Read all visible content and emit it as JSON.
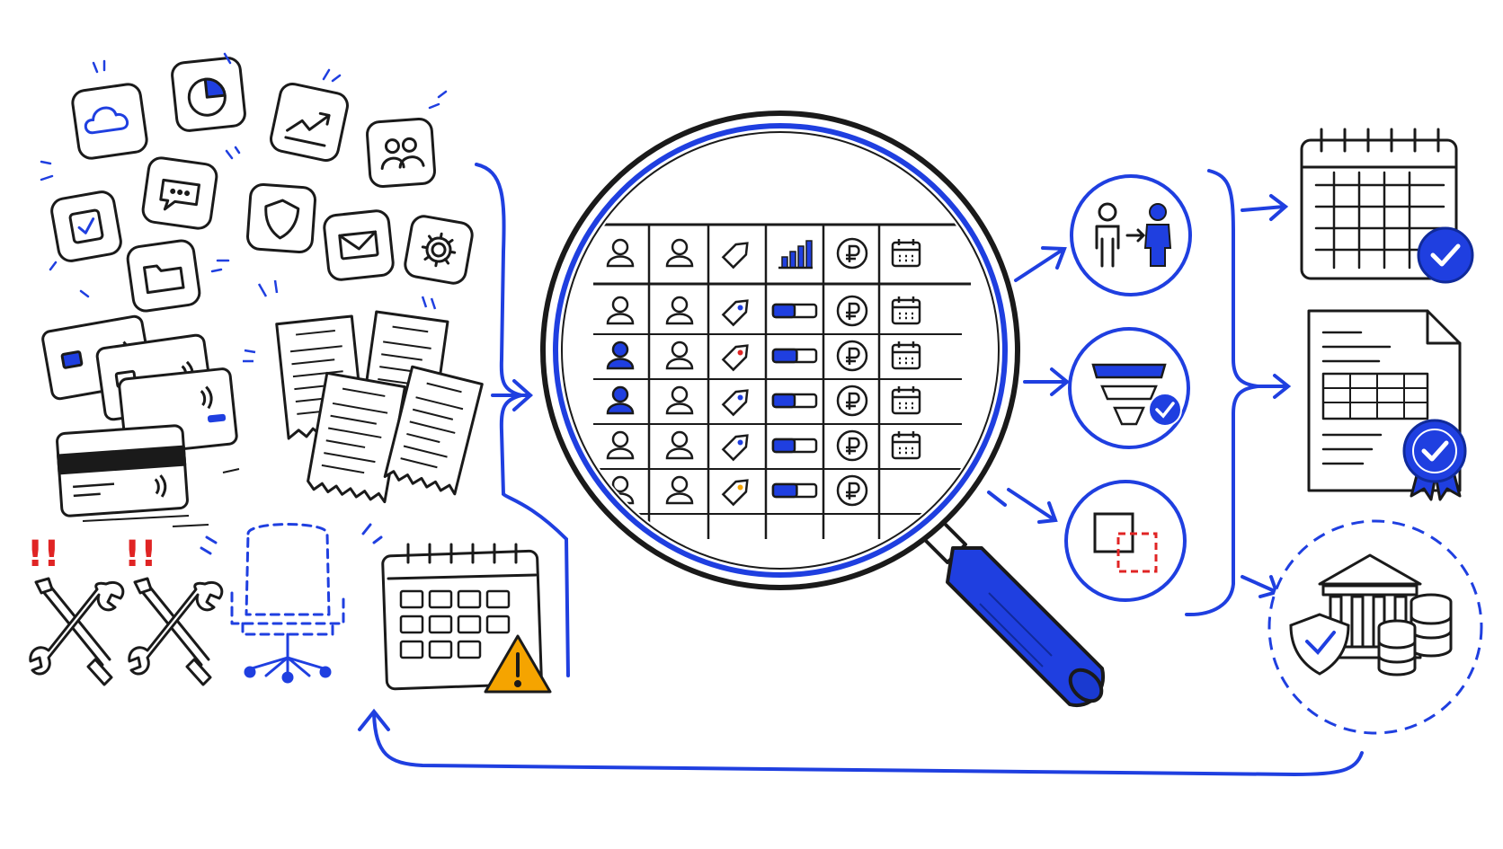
{
  "colors": {
    "ink": "#1a1a1a",
    "accent": "#1f3fe0",
    "alert": "#e02424",
    "warning": "#f5a400",
    "background": "#ffffff"
  },
  "inputs": {
    "saas_icons": [
      "cloud-icon",
      "pie-chart-icon",
      "trend-chart-icon",
      "team-icon",
      "chat-icon",
      "checkbox-icon",
      "shield-icon",
      "mail-icon",
      "gear-icon",
      "folder-icon"
    ],
    "cards": [
      "bank-card-icon",
      "bank-card-icon",
      "bank-card-icon",
      "bank-card-icon"
    ],
    "receipts": [
      "receipt-icon",
      "receipt-icon",
      "receipt-icon",
      "receipt-icon"
    ],
    "issues": [
      "broken-tools-icon",
      "broken-tools-icon",
      "empty-chair-icon",
      "calendar-warning-icon"
    ]
  },
  "lens_table": {
    "header": [
      "user-icon",
      "user-icon",
      "price-tag-icon",
      "bar-chart-icon",
      "ruble-icon",
      "calendar-icon"
    ],
    "row_count": 5,
    "usage_levels": [
      0.5,
      0.55,
      0.5,
      0.5,
      0.55
    ],
    "tag_dots": [
      "blue",
      "red",
      "blue",
      "blue",
      "orange"
    ]
  },
  "processing": [
    "reassign-user-icon",
    "funnel-check-icon",
    "dedupe-overlap-icon"
  ],
  "outcomes": [
    "calendar-check-icon",
    "certified-report-icon",
    "bank-savings-icon"
  ]
}
